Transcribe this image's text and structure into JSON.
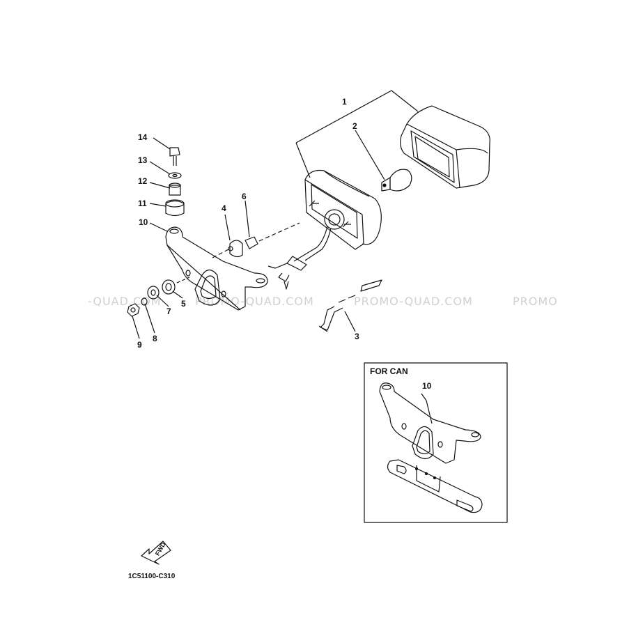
{
  "watermarks": [
    "-QUAD.COM",
    "PROMO-QUAD.COM",
    "PROMO-QUAD.COM",
    "PROMO"
  ],
  "callouts": [
    "1",
    "2",
    "3",
    "4",
    "5",
    "6",
    "7",
    "8",
    "9",
    "10",
    "11",
    "12",
    "13",
    "14"
  ],
  "inset": {
    "title": "FOR CAN",
    "callout": "10"
  },
  "fwd_label": "FWD",
  "part_code": "1C51100-C310"
}
